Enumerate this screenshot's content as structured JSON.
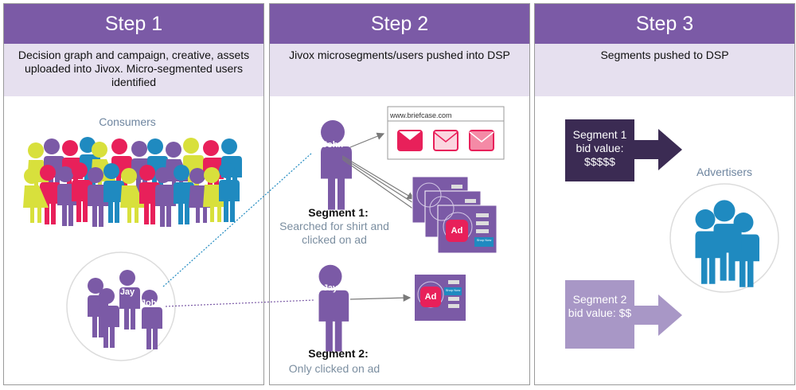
{
  "steps": [
    {
      "title": "Step 1",
      "description": "Decision graph and campaign, creative, assets uploaded into Jivox. Micro-segmented users identified"
    },
    {
      "title": "Step 2",
      "description": "Jivox microsegments/users pushed into DSP"
    },
    {
      "title": "Step 3",
      "description": "Segments pushed to DSP"
    }
  ],
  "step1": {
    "consumers_label": "Consumers",
    "user1": "Jay",
    "user2": "John"
  },
  "step2": {
    "user1": "John",
    "user2": "Jay",
    "url": "www.briefcase.com",
    "ad_label": "Ad",
    "shop_label": "Shop Now",
    "segment1": {
      "title": "Segment 1:",
      "text": "Searched for shirt and clicked on ad"
    },
    "segment2": {
      "title": "Segment 2:",
      "text": "Only clicked on ad"
    }
  },
  "step3": {
    "segment1_bid": "Segment 1 bid value: $$$$$",
    "segment2_bid": "Segment 2 bid value: $$",
    "advertisers_label": "Advertisers"
  },
  "colors": {
    "purple": "#7b5aa6",
    "dark_purple": "#3b2b53",
    "light_purple": "#a897c6",
    "magenta": "#e8205a",
    "blue": "#1f8ac0",
    "yellow": "#d8e03c"
  }
}
